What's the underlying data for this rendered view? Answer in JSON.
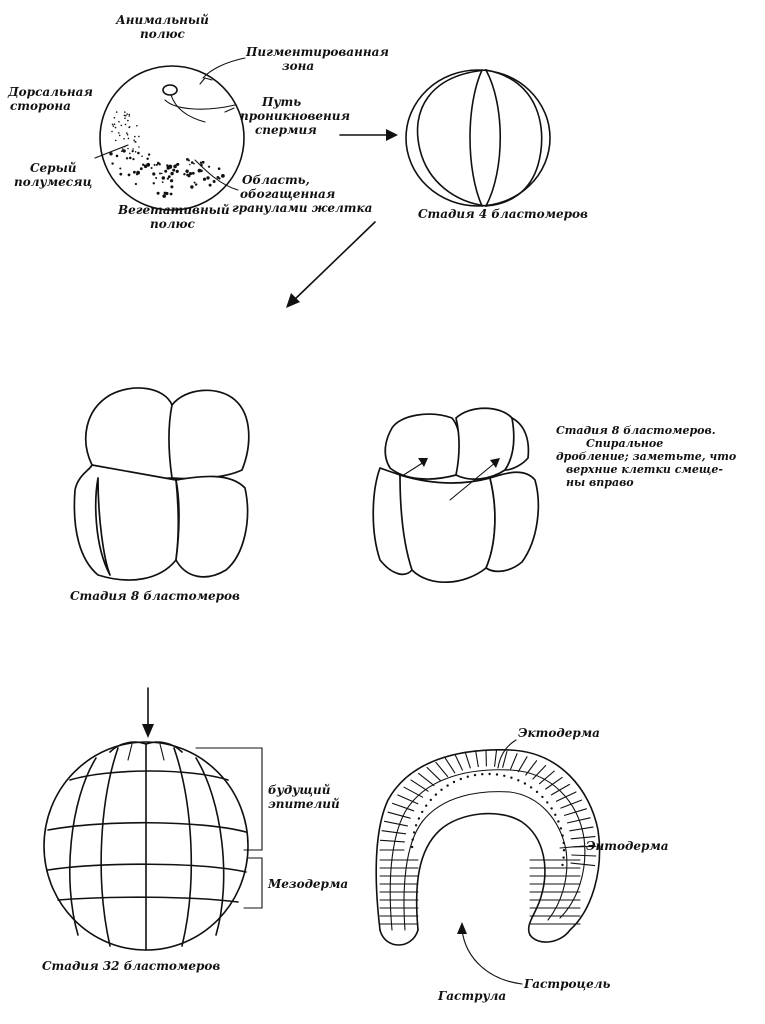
{
  "egg": {
    "animal_pole": [
      "Анимальный",
      "полюс"
    ],
    "pigmented_zone": [
      "Пигментированная",
      "зона"
    ],
    "dorsal_side": [
      "Дорсальная",
      "сторона"
    ],
    "sperm_path": [
      "Путь",
      "проникновения",
      "спермия"
    ],
    "gray_crescent": [
      "Серый",
      "полумесяц"
    ],
    "yolk_region": [
      "Область,",
      "обогащенная",
      "гранулами желтка"
    ],
    "vegetal_pole": [
      "Вегетативный",
      "полюс"
    ]
  },
  "stage4": {
    "caption": "Стадия  4 бластомеров"
  },
  "stage8": {
    "caption": "Стадия  8 бластомеров"
  },
  "stage8_spiral": {
    "note": [
      "Стадия 8 бластомеров.",
      "Спиральное",
      "дробление; заметьте, что",
      "верхние клетки смеще-",
      "ны вправо"
    ]
  },
  "stage32": {
    "caption": "Стадия  32 бластомеров",
    "future_epithelium": [
      "будущий",
      "эпителий"
    ],
    "mesoderm": "Мезодерма"
  },
  "gastrula": {
    "ectoderm": "Эктодерма",
    "endoderm": "Энтодерма",
    "gastrocoel": "Гастроцель",
    "caption": "Гаструла"
  }
}
